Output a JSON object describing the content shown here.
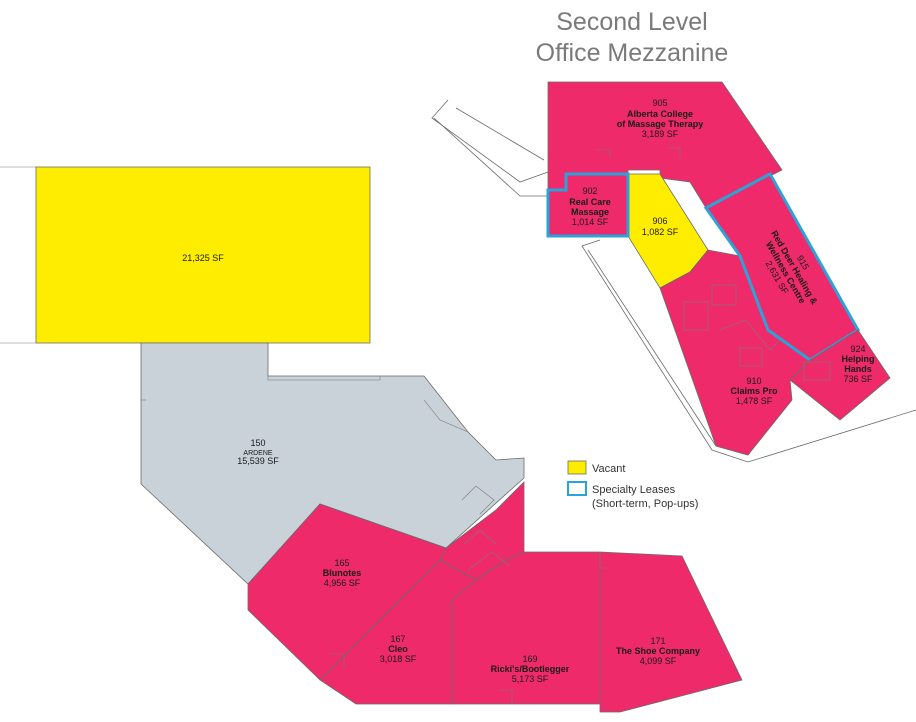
{
  "colors": {
    "occupied": "#ee2a6b",
    "vacant": "#ffed00",
    "anchor": "#c9d2d8",
    "specialty_outline": "#2aa3d8",
    "wall": "#6b6b6b"
  },
  "mezzanine": {
    "title_line1": "Second Level",
    "title_line2": "Office Mezzanine",
    "units": [
      {
        "id": "905",
        "name_1": "Alberta College",
        "name_2": "of Massage Therapy",
        "area": "3,189 SF"
      },
      {
        "id": "902",
        "name_1": "Real Care",
        "name_2": "Massage",
        "area": "1,014 SF"
      },
      {
        "id": "906",
        "area": "1,082 SF"
      },
      {
        "id": "915",
        "name_1": "Red Deer Healing &",
        "name_2": "Wellness Centre",
        "area": "2,631 SF"
      },
      {
        "id": "910",
        "name": "Claims Pro",
        "area": "1,478 SF"
      },
      {
        "id": "924",
        "name_1": "Helping",
        "name_2": "Hands",
        "area": "736 SF"
      }
    ]
  },
  "main_level": {
    "vacant_block": {
      "area": "21,325 SF"
    },
    "units": [
      {
        "id": "150",
        "name": "ARDENE",
        "area": "15,539 SF"
      },
      {
        "id": "165",
        "name": "Blunotes",
        "area": "4,956 SF"
      },
      {
        "id": "167",
        "name": "Cleo",
        "area": "3,018 SF"
      },
      {
        "id": "169",
        "name": "Ricki's/Bootlegger",
        "area": "5,173 SF"
      },
      {
        "id": "171",
        "name": "The Shoe Company",
        "area": "4,099 SF"
      }
    ]
  },
  "legend": {
    "vacant": "Vacant",
    "specialty_1": "Specialty Leases",
    "specialty_2": "(Short-term, Pop-ups)"
  }
}
